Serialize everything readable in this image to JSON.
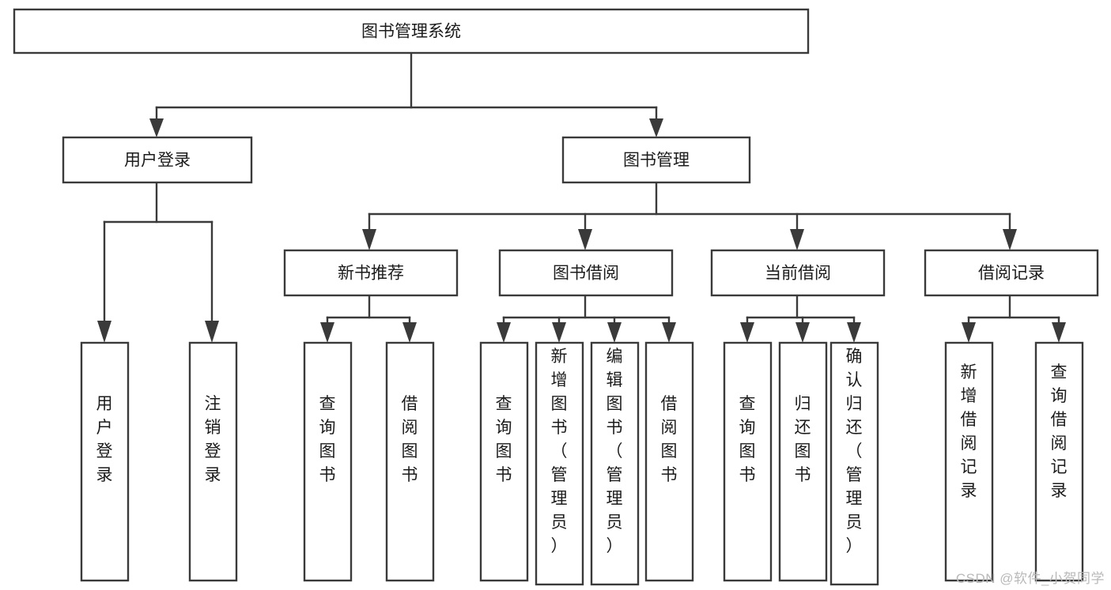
{
  "diagram": {
    "type": "tree-hierarchy-flowchart",
    "title": "图书管理系统",
    "orientation": "top-down",
    "style": {
      "box_fill": "#ffffff",
      "box_stroke": "#3a3a3a",
      "connector_stroke": "#3a3a3a",
      "text_color": "#1b1b1b",
      "background": "#ffffff",
      "watermark_color": "#b9b9b9"
    },
    "levels": [
      {
        "level": 1,
        "nodes": [
          {
            "id": "root",
            "label": "图书管理系统",
            "orientation": "horizontal"
          }
        ]
      },
      {
        "level": 2,
        "nodes": [
          {
            "id": "user-login",
            "label": "用户登录",
            "parent": "root",
            "orientation": "horizontal"
          },
          {
            "id": "book-manage",
            "label": "图书管理",
            "parent": "root",
            "orientation": "horizontal"
          }
        ]
      },
      {
        "level": 3,
        "nodes": [
          {
            "id": "new-book-rec",
            "label": "新书推荐",
            "parent": "book-manage",
            "orientation": "horizontal"
          },
          {
            "id": "book-borrow",
            "label": "图书借阅",
            "parent": "book-manage",
            "orientation": "horizontal"
          },
          {
            "id": "current-borrow",
            "label": "当前借阅",
            "parent": "book-manage",
            "orientation": "horizontal"
          },
          {
            "id": "borrow-record",
            "label": "借阅记录",
            "parent": "book-manage",
            "orientation": "horizontal"
          }
        ]
      },
      {
        "level": 4,
        "nodes": [
          {
            "id": "leaf-1",
            "label": "用户登录",
            "parent": "user-login",
            "orientation": "vertical"
          },
          {
            "id": "leaf-2",
            "label": "注销登录",
            "parent": "user-login",
            "orientation": "vertical"
          },
          {
            "id": "leaf-3",
            "label": "查询图书",
            "parent": "new-book-rec",
            "orientation": "vertical"
          },
          {
            "id": "leaf-4",
            "label": "借阅图书",
            "parent": "new-book-rec",
            "orientation": "vertical"
          },
          {
            "id": "leaf-5",
            "label": "查询图书",
            "parent": "book-borrow",
            "orientation": "vertical"
          },
          {
            "id": "leaf-6",
            "label": "新增图书（管理员）",
            "parent": "book-borrow",
            "orientation": "vertical"
          },
          {
            "id": "leaf-7",
            "label": "编辑图书（管理员）",
            "parent": "book-borrow",
            "orientation": "vertical"
          },
          {
            "id": "leaf-8",
            "label": "借阅图书",
            "parent": "book-borrow",
            "orientation": "vertical"
          },
          {
            "id": "leaf-9",
            "label": "查询图书",
            "parent": "current-borrow",
            "orientation": "vertical"
          },
          {
            "id": "leaf-10",
            "label": "归还图书",
            "parent": "current-borrow",
            "orientation": "vertical"
          },
          {
            "id": "leaf-11",
            "label": "确认归还（管理员）",
            "parent": "current-borrow",
            "orientation": "vertical"
          },
          {
            "id": "leaf-12",
            "label": "新增借阅记录",
            "parent": "borrow-record",
            "orientation": "vertical"
          },
          {
            "id": "leaf-13",
            "label": "查询借阅记录",
            "parent": "borrow-record",
            "orientation": "vertical"
          }
        ]
      }
    ]
  },
  "watermark": {
    "text": "CSDN @软件_小贺同学"
  }
}
